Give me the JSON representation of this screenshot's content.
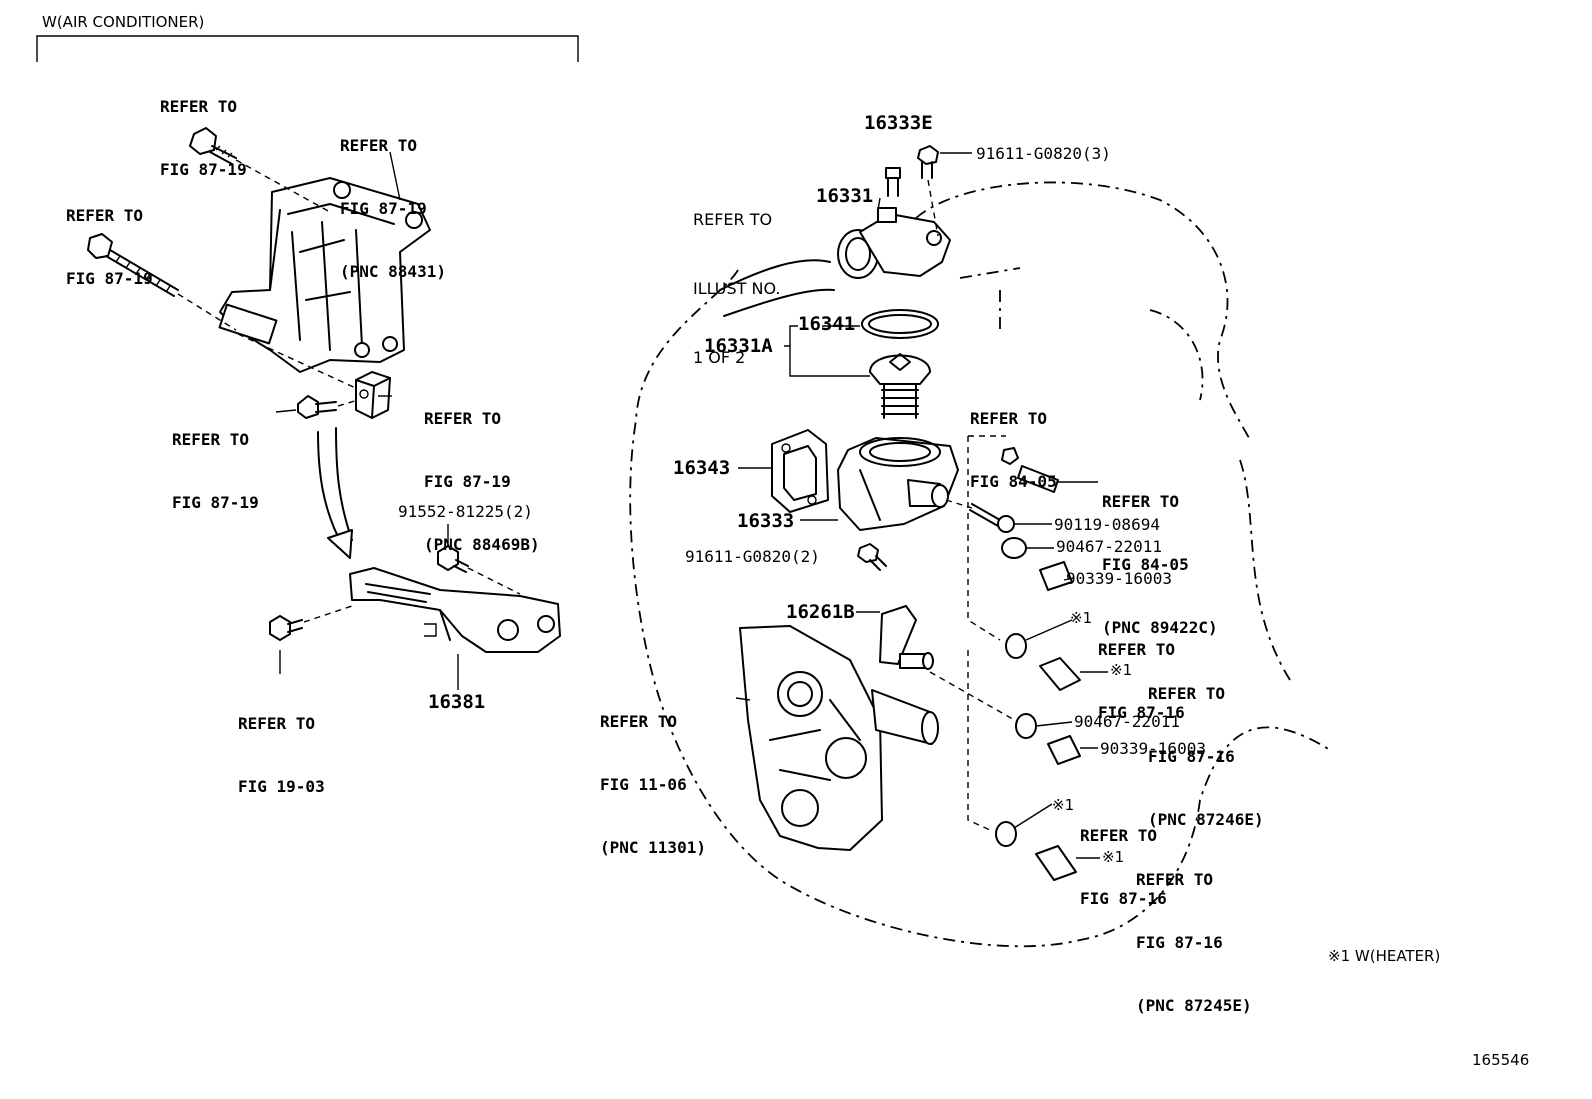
{
  "section": {
    "title": "W(AIR CONDITIONER)"
  },
  "refs": {
    "r1": [
      "REFER TO",
      "FIG 87-19"
    ],
    "r2": [
      "REFER TO",
      "FIG 87-19",
      "(PNC 88431)"
    ],
    "r3": [
      "REFER TO",
      "FIG 87-19"
    ],
    "r4": [
      "REFER TO",
      "FIG 87-19"
    ],
    "r5": [
      "REFER TO",
      "FIG 87-19",
      "(PNC 88469B)"
    ],
    "r6": [
      "REFER TO",
      "FIG 19-03"
    ],
    "r7": [
      "REFER TO",
      "ILLUST NO.",
      "1 OF 2"
    ],
    "r8": [
      "REFER TO",
      "FIG 84-05"
    ],
    "r9": [
      "REFER TO",
      "FIG 84-05",
      "(PNC 89422C)"
    ],
    "r10": [
      "REFER TO",
      "FIG 87-16"
    ],
    "r11": [
      "REFER TO",
      "FIG 87-16",
      "(PNC 87246E)"
    ],
    "r12": [
      "REFER TO",
      "FIG 11-06",
      "(PNC 11301)"
    ],
    "r13": [
      "REFER TO",
      "FIG 87-16"
    ],
    "r14": [
      "REFER TO",
      "FIG 87-16",
      "(PNC 87245E)"
    ]
  },
  "parts": {
    "p16333E": "16333E",
    "p16331": "16331",
    "p16341": "16341",
    "p16331A": "16331A",
    "p16343": "16343",
    "p16333": "16333",
    "p16261B": "16261B",
    "p16381": "16381",
    "bolt_91611_3": "91611-G0820(3)",
    "bolt_91611_2": "91611-G0820(2)",
    "bolt_91552": "91552-81225(2)",
    "bolt_90119": "90119-08694",
    "clamp_90467_a": "90467-22011",
    "cap_90339_a": "90339-16003",
    "clamp_90467_b": "90467-22011",
    "cap_90339_b": "90339-16003"
  },
  "marks": {
    "m1": "※1",
    "m2": "※1",
    "m3": "※1",
    "m4": "※1"
  },
  "legend": {
    "note": "※1 W(HEATER)"
  },
  "illustration_number": "165546"
}
